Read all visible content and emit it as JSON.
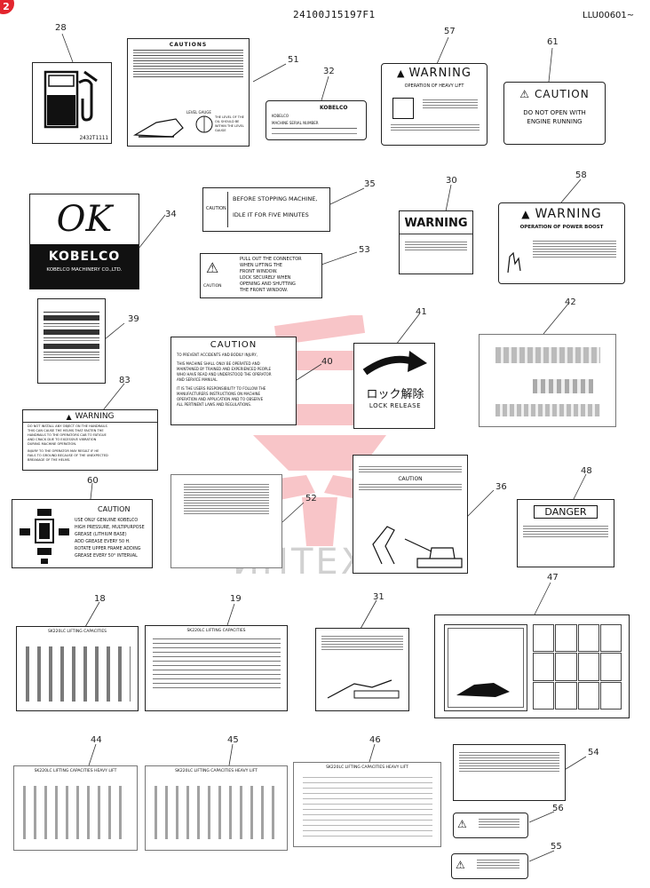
{
  "header": {
    "badge": "2",
    "drawing_no": "24100J15197F1",
    "sheet_code": "LLU00601~"
  },
  "watermark": {
    "text": "ИНТЕХ",
    "color": "#e8323c"
  },
  "callouts": {
    "c28": "28",
    "c51": "51",
    "c32": "32",
    "c57": "57",
    "c61": "61",
    "c34": "34",
    "c35": "35",
    "c53": "53",
    "c30": "30",
    "c58": "58",
    "c39": "39",
    "c40": "40",
    "c41": "41",
    "c42": "42",
    "c83": "83",
    "c60": "60",
    "c52": "52",
    "c36": "36",
    "c48": "48",
    "c18": "18",
    "c19": "19",
    "c31": "31",
    "c47": "47",
    "c44": "44",
    "c45": "45",
    "c46": "46",
    "c54": "54",
    "c56": "56",
    "c55": "55"
  },
  "decals": {
    "d28": {
      "part": "2432T1111"
    },
    "d51": {
      "title": "CAUTIONS",
      "level_gauge": "LEVEL GAUGE",
      "level_note": "THE LEVEL OF THE OIL SHOULD BE WITHIN THE LEVEL GAUGE"
    },
    "d32": {
      "brand": "KOBELCO",
      "line1": "KOBELCO",
      "line2": "MACHINE SERIAL NUMBER"
    },
    "d57": {
      "title": "WARNING",
      "subtitle": "OPERATION OF HEAVY LIFT"
    },
    "d61": {
      "title": "CAUTION",
      "line1": "DO NOT OPEN WITH",
      "line2": "ENGINE RUNNING"
    },
    "d34": {
      "script": "OK",
      "brand": "KOBELCO",
      "company": "KOBELCO MACHINERY CO.,LTD."
    },
    "d35": {
      "label": "CAUTION",
      "line1": "BEFORE STOPPING MACHINE,",
      "line2": "IDLE IT FOR FIVE MINUTES"
    },
    "d53": {
      "label": "CAUTION",
      "l1": "PULL OUT THE CONNECTOR",
      "l2": "WHEN LIFTING THE",
      "l3": "FRONT WINDOW.",
      "l4": "LOCK SECURELY WHEN",
      "l5": "OPENING AND SHUTTING",
      "l6": "THE FRONT WINDOW."
    },
    "d30": {
      "title": "WARNING"
    },
    "d58": {
      "title": "WARNING",
      "subtitle": "OPERATION OF POWER BOOST"
    },
    "d40": {
      "title": "CAUTION",
      "l1": "TO PREVENT ACCIDENTS AND BODILY INJURY,",
      "l2": "THIS MACHINE SHALL ONLY BE OPERATED AND",
      "l3": "MAINTAINED BY TRAINED AND EXPERIENCED PEOPLE",
      "l4": "WHO HAVE READ AND UNDERSTOOD THE OPERATOR",
      "l5": "AND SERVICE MANUAL.",
      "l6": "IT IS THE USERS RESPONSIBILITY TO FOLLOW THE",
      "l7": "MANUFACTURERS INSTRUCTIONS ON MACHINE",
      "l8": "OPERATION AND APPLICATION AND TO OBSERVE",
      "l9": "ALL PERTINENT LAWS AND REGULATIONS."
    },
    "d41": {
      "jp": "ロック解除",
      "en": "LOCK RELEASE"
    },
    "d83": {
      "title": "WARNING",
      "l1": "DO NOT INSTALL ANY OBJECT ON THE HANDRAILS",
      "l2": "THIS CAN CAUSE THE HELMS THAT FASTEN THE",
      "l3": "HANDRAILS TO THE OPERATORS CAB TO FATIGUE",
      "l4": "AND CRACK DUE TO EXCESSIVE VIBRATION",
      "l5": "DURING MACHINE OPERATION.",
      "l6": "INJURY TO THE OPERATOR MAY RESULT IF HE",
      "l7": "FAILS TO GROUND BECAUSE OF THE UNEXPECTED",
      "l8": "BREAKAGE OF THE HELMS."
    },
    "d60": {
      "title": "CAUTION",
      "l1": "USE ONLY GENUINE KOBELCO",
      "l2": "HIGH PRESSURE, MULTIPURPOSE",
      "l3": "GREASE (LITHIUM BASE)",
      "l4": "ADD GREASE EVERY 50 H.",
      "l5": "ROTATE UPPER FRAME ADDING",
      "l6": "GREASE EVERY 50° INTERVAL"
    },
    "d36": {
      "title": "CAUTION"
    },
    "d48": {
      "title": "DANGER"
    },
    "d18": {
      "title": "SK220LC LIFTING CAPACITIES"
    },
    "d19": {
      "title": "SK220LC LIFTING CAPACITIES"
    },
    "d44": {
      "title": "SK220LC LIFTING CAPACITIES HEAVY LIFT"
    },
    "d45": {
      "title": "SK220LC LIFTING CAPACITIES HEAVY LIFT"
    },
    "d46": {
      "title": "SK220LC LIFTING CAPACITIES HEAVY LIFT"
    }
  },
  "colors": {
    "ink": "#111111",
    "paper": "#ffffff",
    "badge": "#e3262e"
  }
}
